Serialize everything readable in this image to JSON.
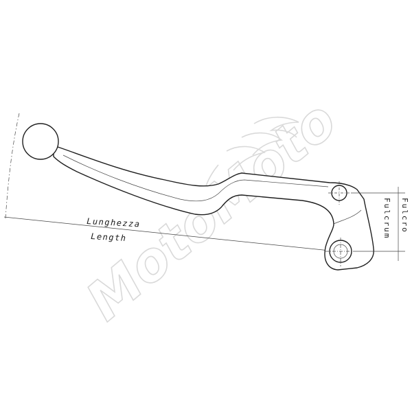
{
  "watermark": {
    "brand": "MotoMoto",
    "color": "#d9d9d9"
  },
  "dimensions": {
    "length_it": "Lunghezza",
    "length_en": "Length",
    "fulcrum_it": "Fulcro",
    "fulcrum_en": "Fulcrum"
  },
  "colors": {
    "outline": "#1e1e1e",
    "dimension_line": "#444444",
    "background": "#ffffff"
  }
}
